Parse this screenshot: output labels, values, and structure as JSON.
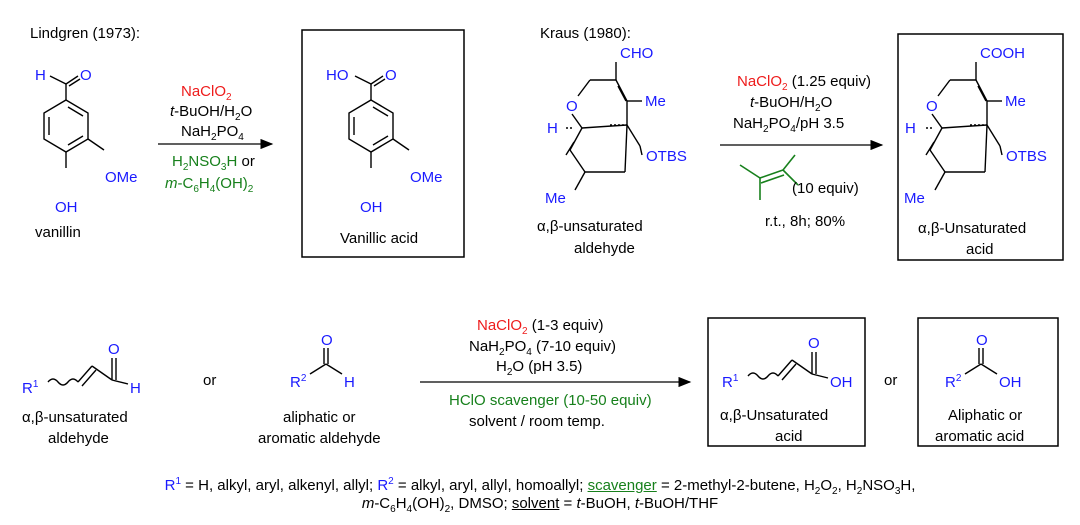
{
  "lindgren": {
    "citation": "Lindgren (1973):",
    "reactant": {
      "h": "H",
      "o": "O",
      "ome": "OMe",
      "oh": "OH",
      "name": "vanillin"
    },
    "reagents": {
      "line1": "NaClO",
      "line1_sub": "2",
      "line2": "t-BuOH/H",
      "line2_sub": "2",
      "line2_end": "O",
      "line3": "NaH",
      "line3_sub1": "2",
      "line3_mid": "PO",
      "line3_sub2": "4",
      "line4": "H",
      "line4_sub1": "2",
      "line4_mid": "NSO",
      "line4_sub2": "3",
      "line4_end": "H or",
      "line5": "m-C",
      "line5_sub1": "6",
      "line5_mid": "H",
      "line5_sub2": "4",
      "line5_end": "(OH)",
      "line5_sub3": "2"
    },
    "product": {
      "ho": "HO",
      "o": "O",
      "ome": "OMe",
      "oh": "OH",
      "name": "Vanillic acid"
    }
  },
  "kraus": {
    "citation": "Kraus (1980):",
    "reactant": {
      "cho": "CHO",
      "o": "O",
      "me": "Me",
      "h": "H",
      "otbs": "OTBS",
      "me2": "Me",
      "name_line1": "α,β-unsaturated",
      "name_line2": "aldehyde"
    },
    "reagents": {
      "line1": "NaClO",
      "line1_sub": "2",
      "line1_end": " (1.25 equiv)",
      "line2": "t-BuOH/H",
      "line2_sub": "2",
      "line2_end": "O",
      "line3": "NaH",
      "line3_sub1": "2",
      "line3_mid": "PO",
      "line3_sub2": "4",
      "line3_end": "/pH 3.5",
      "equiv": "(10 equiv)",
      "conditions": "r.t., 8h; 80%"
    },
    "product": {
      "cooh": "COOH",
      "o": "O",
      "me": "Me",
      "h": "H",
      "otbs": "OTBS",
      "me2": "Me",
      "name_line1": "α,β-Unsaturated",
      "name_line2": "acid"
    }
  },
  "general": {
    "reactant1": {
      "r": "R",
      "sup": "1",
      "h": "H",
      "o": "O",
      "name_line1": "α,β-unsaturated",
      "name_line2": "aldehyde"
    },
    "or1": "or",
    "reactant2": {
      "r": "R",
      "sup": "2",
      "h": "H",
      "o": "O",
      "name_line1": "aliphatic or",
      "name_line2": "aromatic aldehyde"
    },
    "reagents": {
      "line1": "NaClO",
      "line1_sub": "2",
      "line1_end": " (1-3 equiv)",
      "line2": "NaH",
      "line2_sub1": "2",
      "line2_mid": "PO",
      "line2_sub2": "4",
      "line2_end": " (7-10 equiv)",
      "line3": "H",
      "line3_sub": "2",
      "line3_end": "O  (pH 3.5)",
      "line4": "HClO scavenger (10-50 equiv)",
      "line5": "solvent / room temp."
    },
    "product1": {
      "r": "R",
      "sup": "1",
      "oh": "OH",
      "o": "O",
      "name_line1": "α,β-Unsaturated",
      "name_line2": "acid"
    },
    "or2": "or",
    "product2": {
      "r": "R",
      "sup": "2",
      "oh": "OH",
      "o": "O",
      "name_line1": "Aliphatic or",
      "name_line2": "aromatic acid"
    }
  },
  "footer": {
    "r1": "R",
    "r1_sup": "1",
    "r1_text": " = H, alkyl, aryl, alkenyl, allyl; ",
    "r2": "R",
    "r2_sup": "2",
    "r2_text": " = alkyl, aryl, allyl, homoallyl; ",
    "scavenger_label": "scavenger",
    "scavenger_text": " = 2-methyl-2-butene, H",
    "s1": "2",
    "s1b": "O",
    "s2": "2",
    "s2b": ", H",
    "s3": "2",
    "s3b": "NSO",
    "s4": "3",
    "s4b": "H,",
    "line2_a": "m-C",
    "line2_s1": "6",
    "line2_b": "H",
    "line2_s2": "4",
    "line2_c": "(OH)",
    "line2_s3": "2",
    "line2_d": ", DMSO; ",
    "solvent_label": "solvent",
    "line2_e": " = t-BuOH, t-BuOH/THF"
  },
  "colors": {
    "red": "#ee1c1c",
    "blue": "#1a1aff",
    "green": "#17801c"
  }
}
